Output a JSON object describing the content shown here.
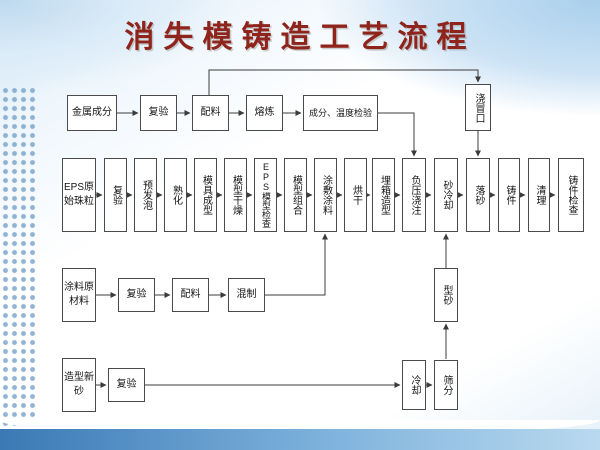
{
  "title": "消失模铸造工艺流程",
  "metal_row": [
    "金属成分",
    "复验",
    "配料",
    "熔炼",
    "成分、温度检验"
  ],
  "riser": "浇冒口",
  "main_row": [
    "EPS原始珠粒",
    "复验",
    "预发泡",
    "熟化",
    "模具成型",
    "模型干燥",
    "EPS模型检查",
    "模型组合",
    "涂敷涂料",
    "烘干",
    "埋箱造型",
    "负压浇注",
    "砂冷却",
    "落砂",
    "铸件",
    "清理",
    "铸件检查"
  ],
  "coating_row": [
    "涂料原材料",
    "复验",
    "配料",
    "混制"
  ],
  "sand_row": [
    "造型新砂",
    "复验",
    "冷却",
    "筛分"
  ],
  "molding_sand": "型砂",
  "colors": {
    "title_text": "#8e241b",
    "box_border": "#4a4a4a",
    "connector": "#3c3c3c",
    "bottom_band": "#3a79b5",
    "background_tint": "#cfe4f5"
  }
}
